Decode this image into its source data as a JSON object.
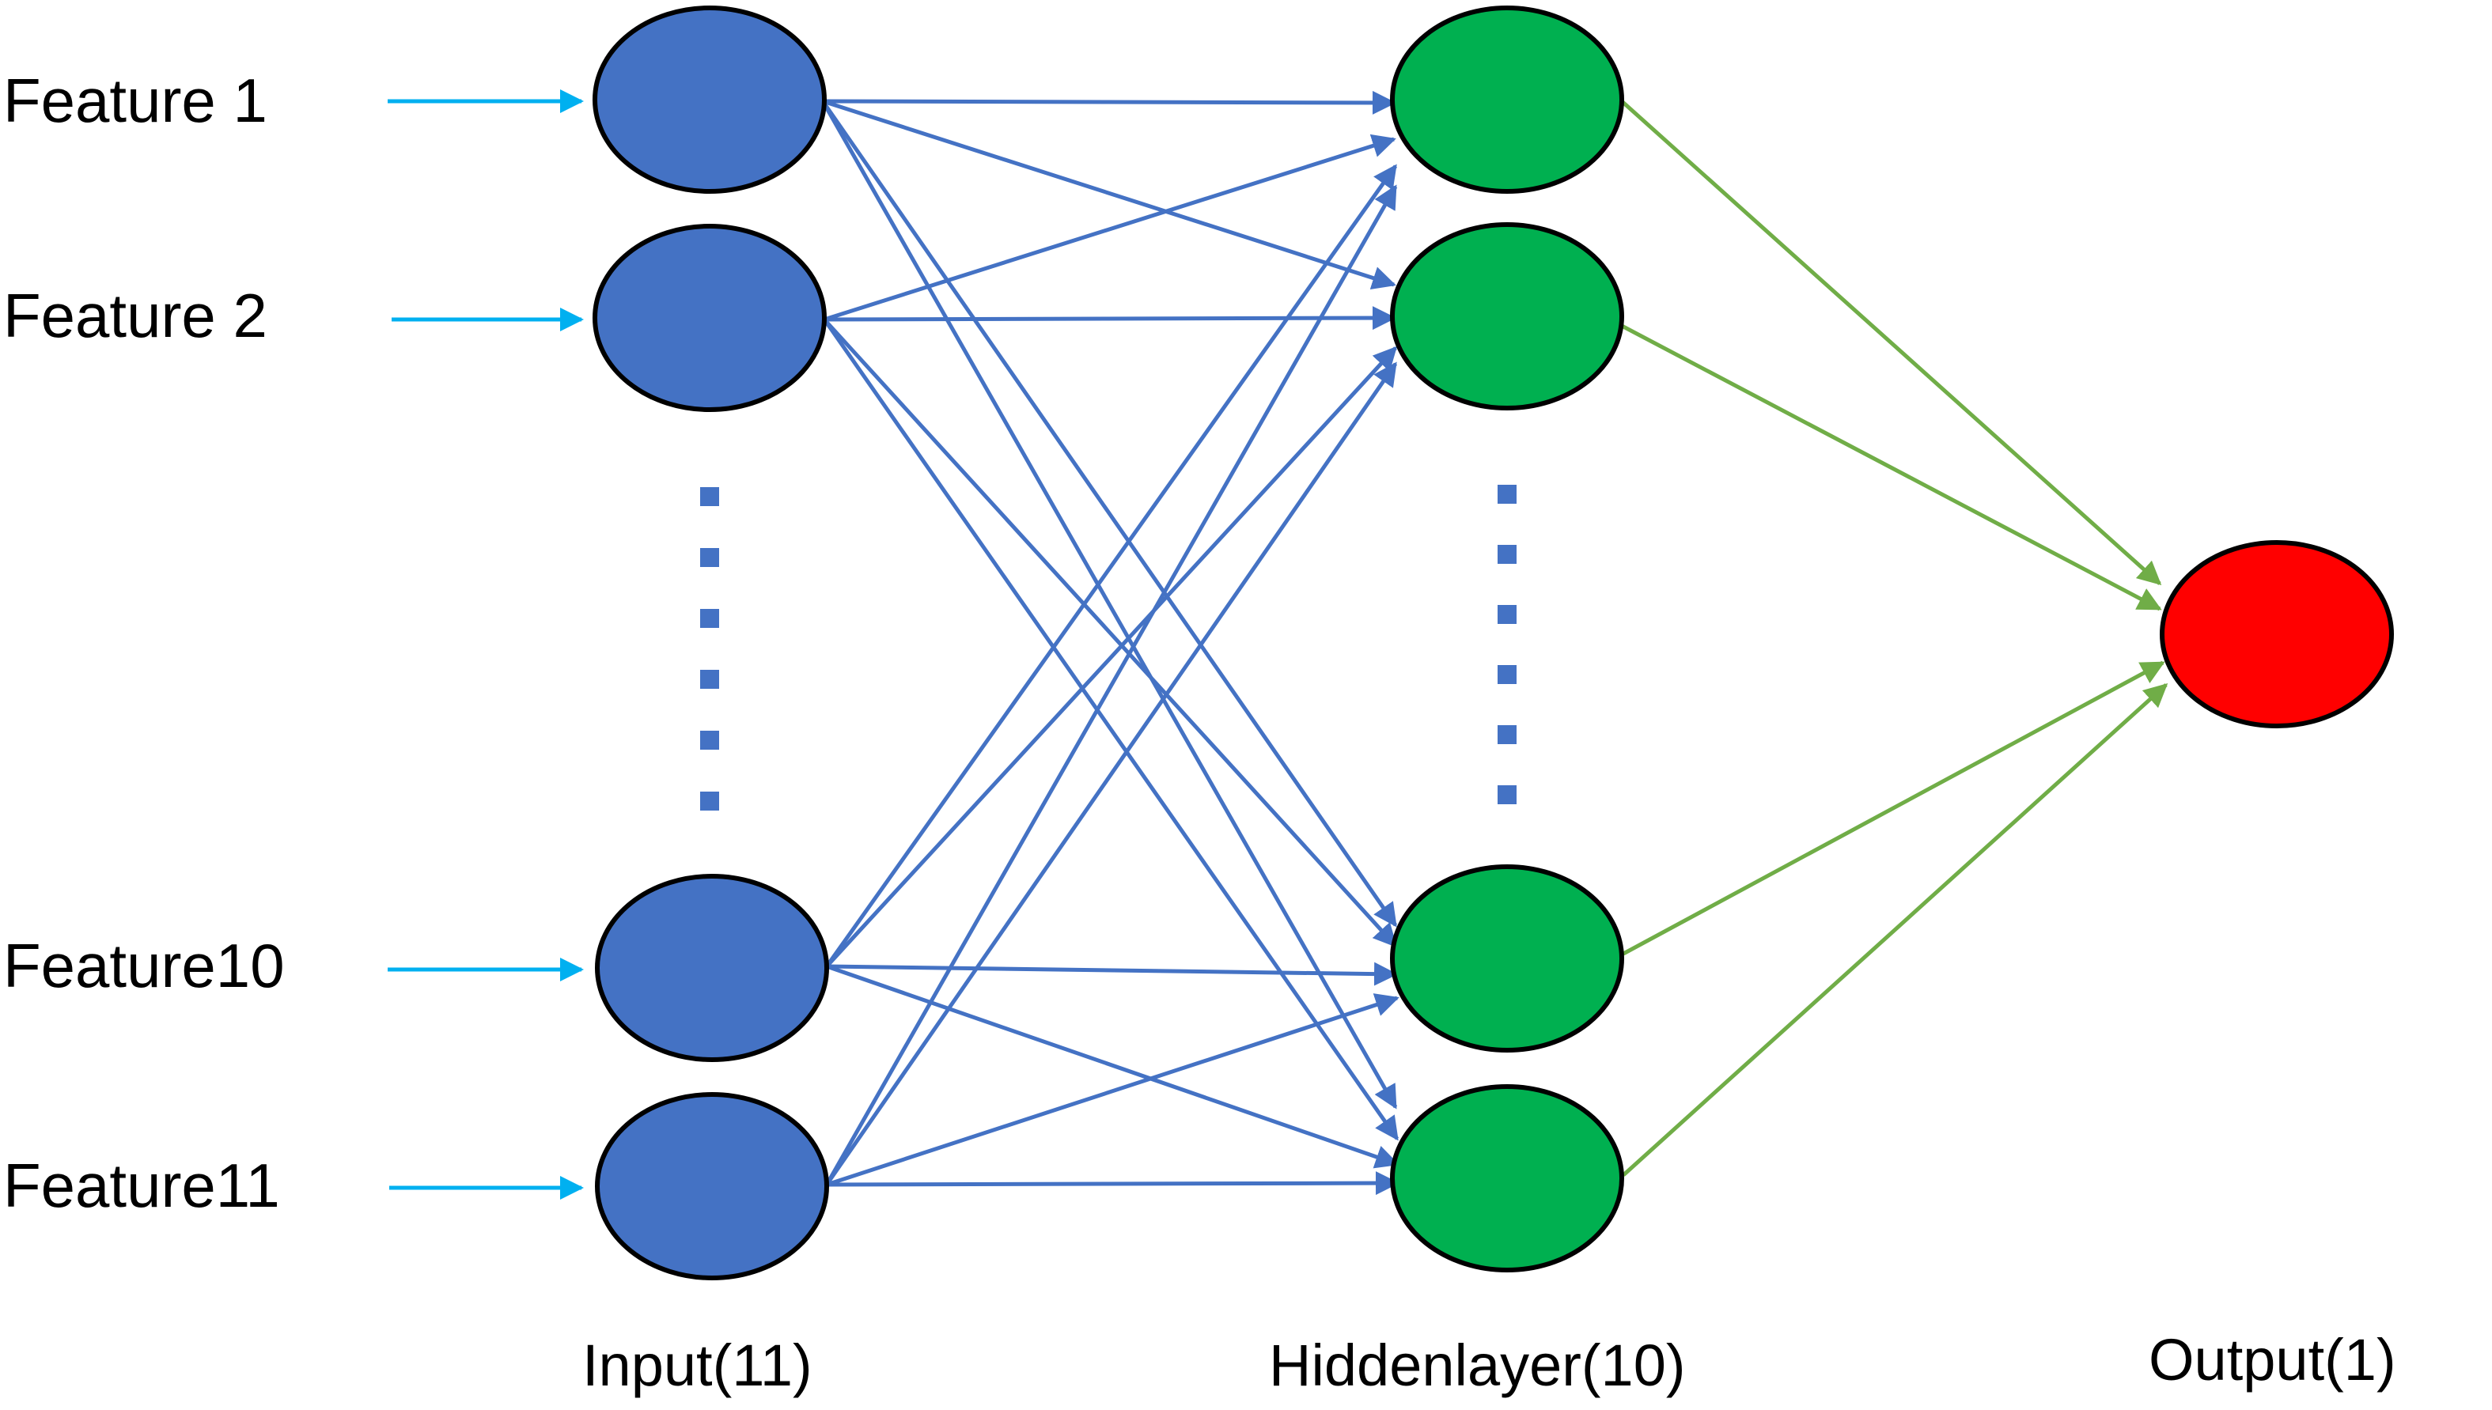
{
  "features": [
    "Feature 1",
    "Feature 2",
    "Feature10",
    "Feature11"
  ],
  "layers": {
    "input": "Input(11)",
    "hidden": "Hiddenlayer(10)",
    "output": "Output(1)"
  },
  "colors": {
    "input_node": "#4472C4",
    "hidden_node": "#00B050",
    "output_node": "#FF0000",
    "input_arrow": "#00B0F0",
    "input_hidden_edge": "#4472C4",
    "hidden_output_edge": "#70AD47",
    "ellipsis_dots": "#4472C4"
  }
}
